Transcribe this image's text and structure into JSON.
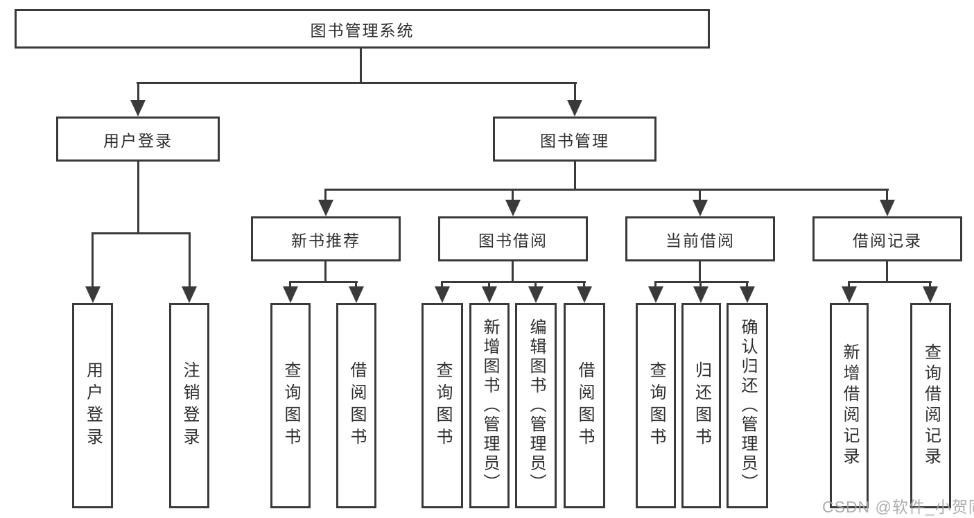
{
  "tree": {
    "label": "图书管理系统",
    "children": [
      {
        "label": "用户登录",
        "children": [
          {
            "label": "用户登录"
          },
          {
            "label": "注销登录"
          }
        ]
      },
      {
        "label": "图书管理",
        "children": [
          {
            "label": "新书推荐",
            "children": [
              {
                "label": "查询图书"
              },
              {
                "label": "借阅图书"
              }
            ]
          },
          {
            "label": "图书借阅",
            "children": [
              {
                "label": "查询图书"
              },
              {
                "label": "新增图书（管理员）"
              },
              {
                "label": "编辑图书（管理员）"
              },
              {
                "label": "借阅图书"
              }
            ]
          },
          {
            "label": "当前借阅",
            "children": [
              {
                "label": "查询图书"
              },
              {
                "label": "归还图书"
              },
              {
                "label": "确认归还（管理员）"
              }
            ]
          },
          {
            "label": "借阅记录",
            "children": [
              {
                "label": "新增借阅记录"
              },
              {
                "label": "查询借阅记录"
              }
            ]
          }
        ]
      }
    ]
  },
  "watermark": {
    "text": "CSDN @软件_小贺同学"
  },
  "colors": {
    "line": "#3a3a3a",
    "text": "#2e2e2e",
    "background": "#ffffff",
    "watermark": "#a5a5a5"
  }
}
